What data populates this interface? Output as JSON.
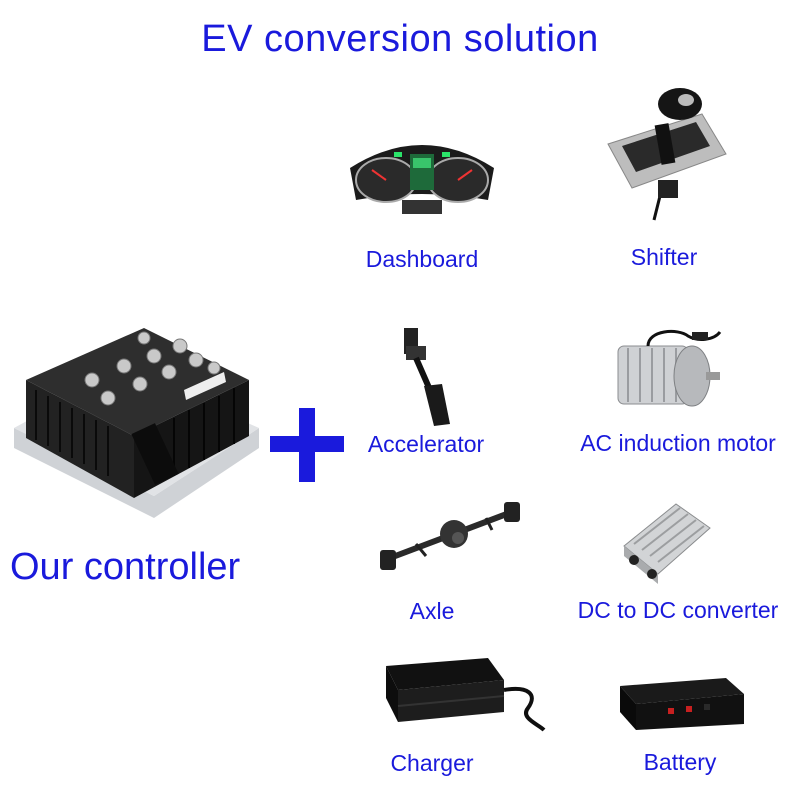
{
  "title": "EV conversion solution",
  "controller": {
    "label": "Our controller",
    "icon": "motor-controller"
  },
  "plus_symbol": "plus-icon",
  "items": [
    {
      "id": "dashboard",
      "label": "Dashboard",
      "icon": "dashboard-icon"
    },
    {
      "id": "shifter",
      "label": "Shifter",
      "icon": "shifter-icon"
    },
    {
      "id": "accelerator",
      "label": "Accelerator",
      "icon": "accelerator-pedal-icon"
    },
    {
      "id": "ac-motor",
      "label": "AC induction motor",
      "icon": "motor-icon"
    },
    {
      "id": "axle",
      "label": "Axle",
      "icon": "axle-icon"
    },
    {
      "id": "dcdc",
      "label": "DC to DC converter",
      "icon": "converter-icon"
    },
    {
      "id": "charger",
      "label": "Charger",
      "icon": "charger-icon"
    },
    {
      "id": "battery",
      "label": "Battery",
      "icon": "battery-icon"
    }
  ],
  "colors": {
    "accent": "#1a1adc",
    "background": "#ffffff",
    "device": "#1c1c1c"
  }
}
